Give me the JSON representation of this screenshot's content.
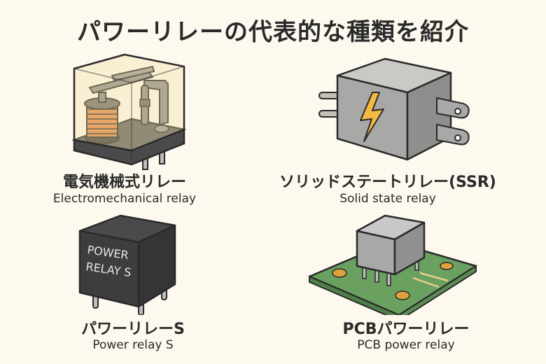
{
  "title": "パワーリレーの代表的な種類を紹介",
  "items": [
    {
      "name_jp": "電気機械式リレー",
      "name_en": "Electromechanical relay",
      "icon": "electromechanical-relay-icon"
    },
    {
      "name_jp": "ソリッドステートリレー(SSR)",
      "name_en": "Solid state relay",
      "icon": "solid-state-relay-icon"
    },
    {
      "name_jp": "パワーリレーS",
      "name_en": "Power relay S",
      "icon": "power-relay-s-icon",
      "printed_text": [
        "POWER",
        "RELAY S"
      ]
    },
    {
      "name_jp": "PCBパワーリレー",
      "name_en": "PCB power relay",
      "icon": "pcb-power-relay-icon"
    }
  ],
  "colors": {
    "background": "#fdf9ef",
    "text": "#2a2a2a",
    "coil_copper": "#e08a4a",
    "bolt_yellow": "#f5b942",
    "pcb_green": "#6aa160",
    "pad_gold": "#e0a23c"
  }
}
